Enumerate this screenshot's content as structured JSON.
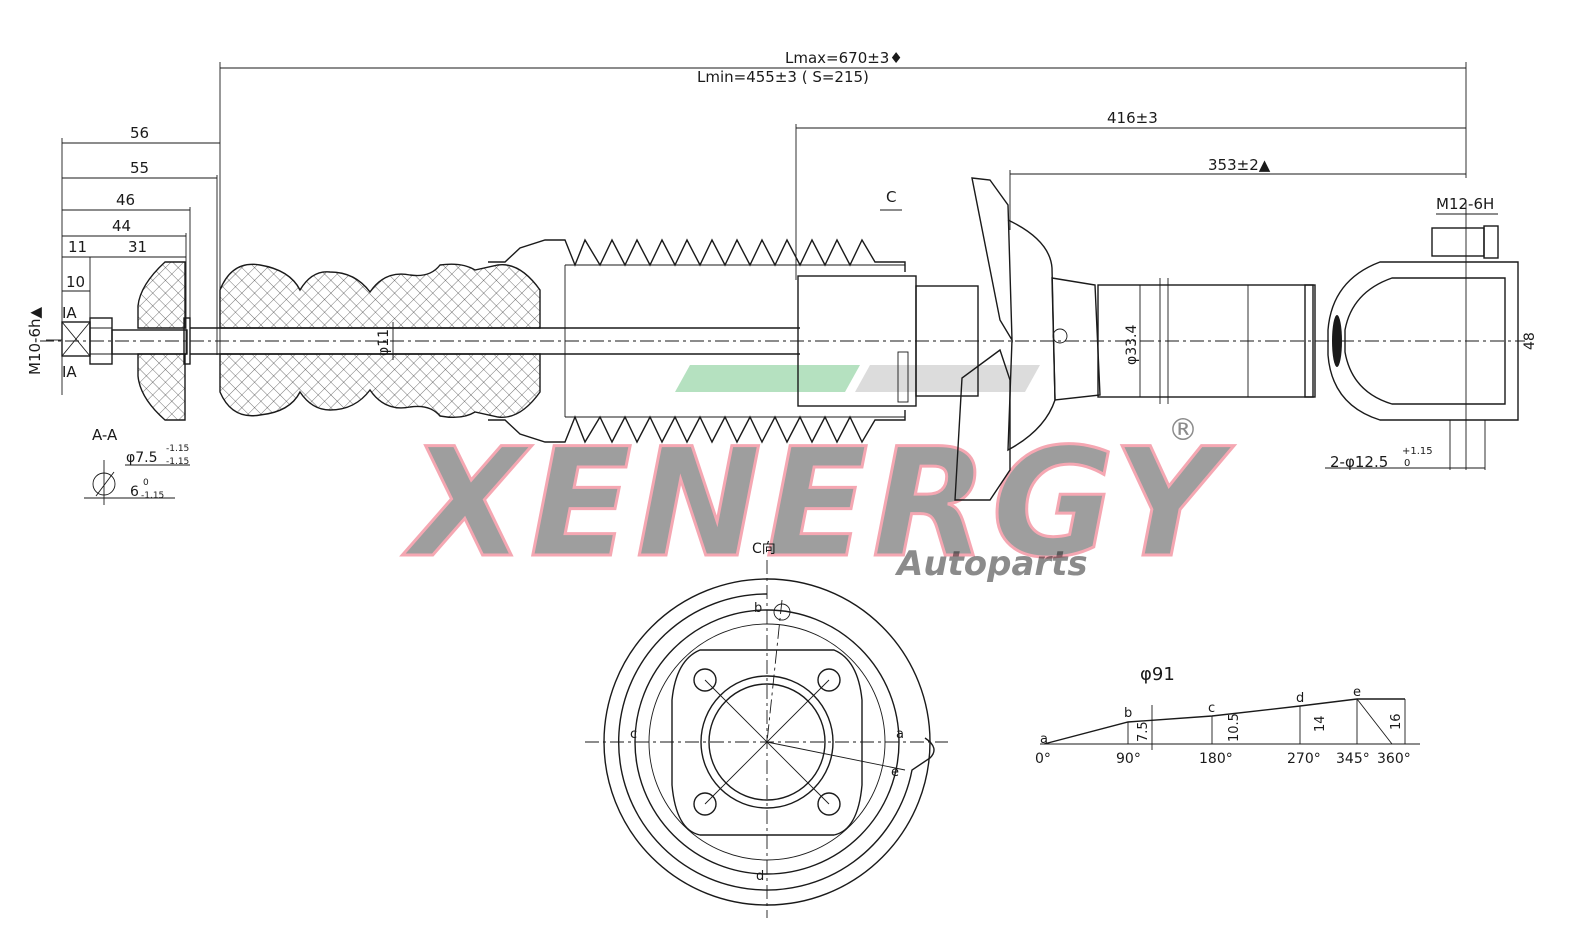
{
  "dimensions": {
    "lmax": "Lmax=670±3♦",
    "lmin": "Lmin=455±3 ( S=215)",
    "d416": "416±3",
    "d353": "353±2▲",
    "d56": "56",
    "d55": "55",
    "d46": "46",
    "d44": "44",
    "d11": "11",
    "d31": "31",
    "d10": "10",
    "ia_top": "IA",
    "ia_bottom": "IA",
    "thread_top": "M10-6h▲",
    "thread_bottom": "M12-6H",
    "rod_dia": "φ11",
    "body_dia": "φ33.4",
    "eye_width": "48",
    "bolt_holes": "2-φ12.5",
    "bolt_tol_sup": "+1.15",
    "bolt_tol_sub": "0",
    "c_marker": "C"
  },
  "section_aa": {
    "title": "A-A",
    "dia": "φ7.5",
    "dia_tol_sup": "-1.15",
    "dia_tol_sub": "-1.15",
    "width": "6",
    "width_tol_sup": "0",
    "width_tol_sub": "-1.15"
  },
  "view_c": {
    "title": "C向",
    "points": [
      "a",
      "b",
      "c",
      "d",
      "e"
    ]
  },
  "profile": {
    "title": "φ91",
    "points": [
      "a",
      "b",
      "c",
      "d",
      "e"
    ],
    "heights": [
      "7.5",
      "10.5",
      "14",
      "16"
    ],
    "angles": [
      "0°",
      "90°",
      "180°",
      "270°",
      "345°",
      "360°"
    ]
  },
  "watermark": {
    "brand": "XENERGY",
    "registered": "®",
    "sub": "Autoparts",
    "brand_color": "#e8304a",
    "stripe_color": "#2aa84a"
  }
}
